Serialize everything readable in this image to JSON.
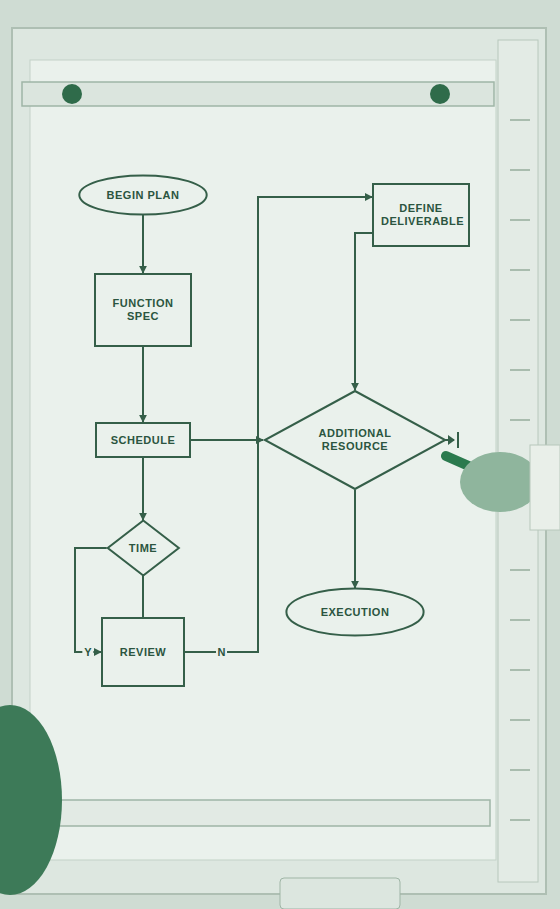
{
  "diagram": {
    "nodes": [
      {
        "text": [
          "BEGIN PLAN"
        ]
      },
      {
        "text": [
          "FUNCTION SPEC"
        ]
      },
      {
        "text": [
          "SCHEDULE"
        ]
      },
      {
        "text": [
          "TIME"
        ]
      },
      {
        "text": [
          "REVIEW"
        ]
      },
      {
        "text": [
          "DEFINE DELIVERABLE"
        ]
      },
      {
        "text": [
          "ADDITIONAL RESOURCE"
        ]
      },
      {
        "text": [
          "EXECUTION"
        ]
      }
    ],
    "edges": [
      {
        "from": 0,
        "to": 1,
        "arrow": "to"
      },
      {
        "from": 1,
        "to": 2,
        "arrow": "to"
      },
      {
        "from": 2,
        "to": 3,
        "arrow": "to"
      },
      {
        "from": 3,
        "to": 4,
        "arrow": "to",
        "label": "Y"
      },
      {
        "from": 4,
        "to": 3,
        "arrow": "none"
      },
      {
        "from": 4,
        "to": 5,
        "arrow": "to",
        "label": "N"
      },
      {
        "from": 2,
        "to": 6,
        "arrow": "to"
      },
      {
        "from": 5,
        "to": 6,
        "arrow": "to"
      },
      {
        "from": 6,
        "to": 7,
        "arrow": "to"
      }
    ]
  }
}
